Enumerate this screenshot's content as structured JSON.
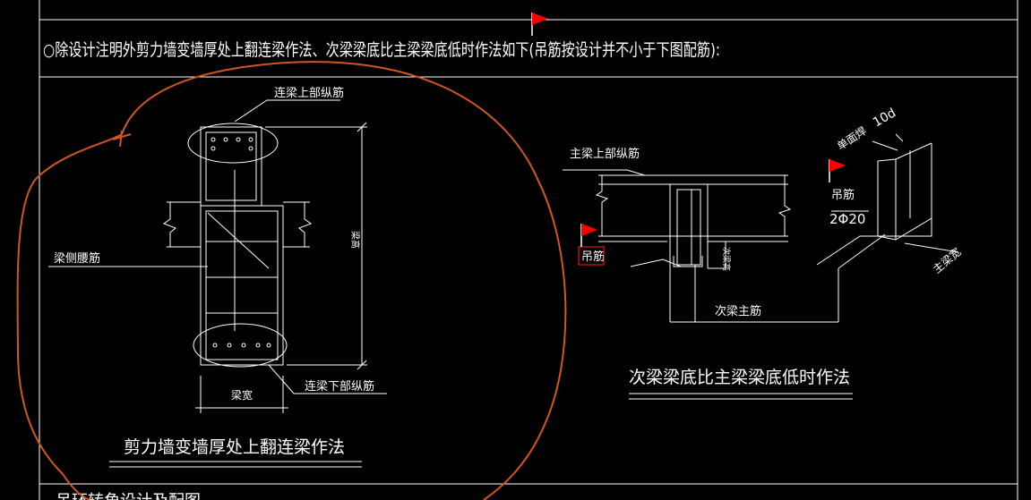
{
  "header_note": "○除设计注明外剪力墙变墙厚处上翻连梁作法、次梁梁底比主梁梁底低时作法如下(吊筋按设计并不小于下图配筋):",
  "left_detail": {
    "title": "剪力墙变墙厚处上翻连梁作法",
    "label_top_bars": "连梁上部纵筋",
    "label_side_bars": "梁侧腰筋",
    "label_bottom_bars": "连梁下部纵筋",
    "label_width": "梁宽",
    "label_height": "梁高"
  },
  "right_detail": {
    "title": "次梁梁底比主梁梁底低时作法",
    "label_main_top": "主梁上部纵筋",
    "label_hanger_left": "吊筋",
    "label_hanger_right": "吊筋",
    "label_hanger_spec": "2Φ20",
    "label_main_bar": "次梁主筋",
    "label_single_side": "单面焊",
    "label_10d": "10d",
    "label_main_width": "主梁宽",
    "label_secondary_height": "次梁高"
  },
  "bottom_partial_text": "吊环转角设计及配图",
  "colors": {
    "background": "#000000",
    "lines": "#ffffff",
    "markup": "#d2561f",
    "flag": "#ff0000"
  },
  "icons": [
    "flag-icon",
    "flag-icon",
    "flag-icon"
  ]
}
